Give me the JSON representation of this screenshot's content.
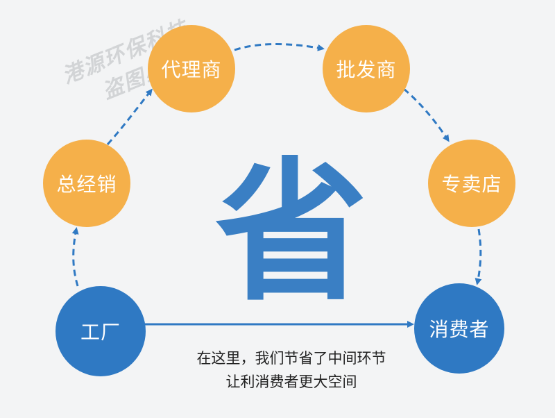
{
  "watermark": {
    "line1": "港源环保科技",
    "line2": "盗图必究"
  },
  "center_char": "省",
  "nodes": {
    "factory": "工厂",
    "general_distributor": "总经销",
    "agent": "代理商",
    "wholesaler": "批发商",
    "specialty_store": "专卖店",
    "consumer": "消费者"
  },
  "caption": {
    "line1": "在这里，我们节省了中间环节",
    "line2": "让利消费者更大空间"
  },
  "colors": {
    "orange": "#f5b04a",
    "blue": "#2f79c3",
    "arrow": "#2f79c3",
    "background": "#f3f4f5"
  }
}
